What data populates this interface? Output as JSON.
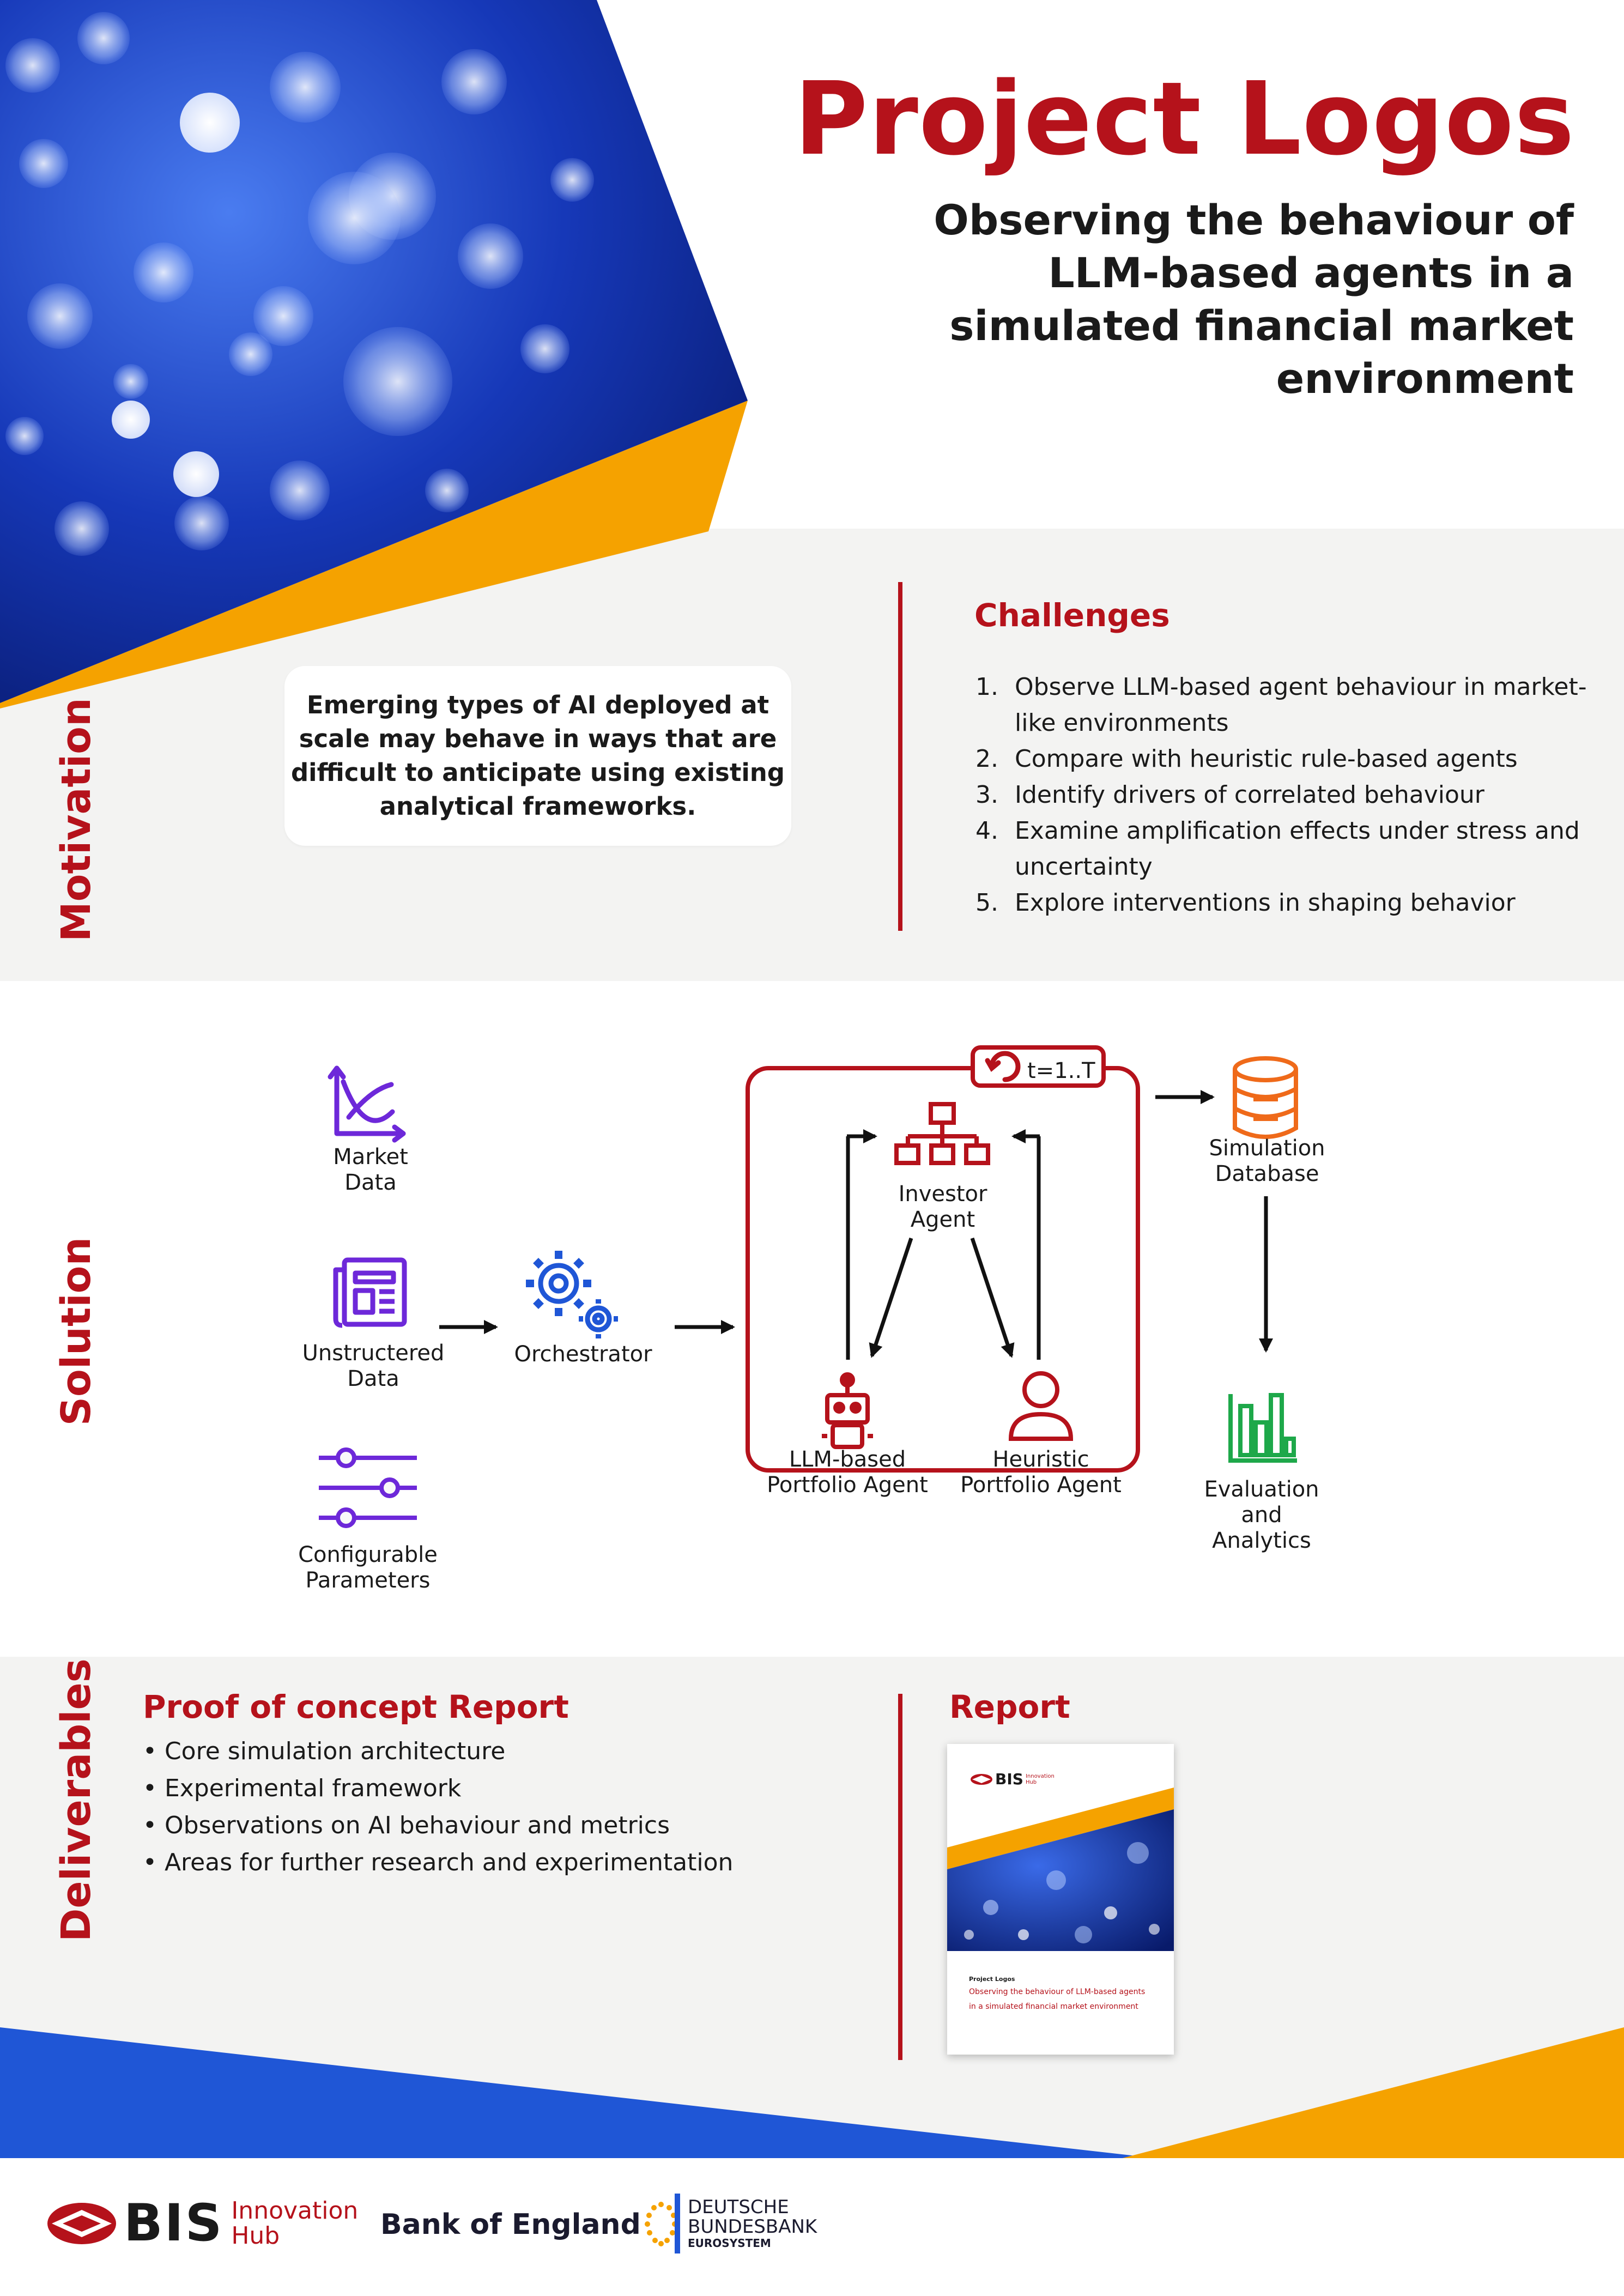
{
  "header": {
    "title": "Project Logos",
    "subtitle": "Observing the behaviour of LLM-based agents in a simulated financial market environment"
  },
  "motivation": {
    "label": "Motivation",
    "statement": "Emerging types of AI deployed at scale may behave in ways that are difficult to anticipate using existing analytical frameworks."
  },
  "challenges": {
    "heading": "Challenges",
    "items": [
      {
        "num": "1.",
        "text": "Observe LLM-based agent behaviour in market-like environments"
      },
      {
        "num": "2.",
        "text": "Compare with heuristic rule-based agents"
      },
      {
        "num": "3.",
        "text": "Identify drivers of correlated behaviour"
      },
      {
        "num": "4.",
        "text": "Examine amplification effects under stress and uncertainty"
      },
      {
        "num": "5.",
        "text": "Explore interventions in shaping behavior"
      }
    ]
  },
  "solution": {
    "label": "Solution",
    "inputs": {
      "market_data": "Market Data",
      "unstructured_data": "Unstructered Data",
      "configurable_parameters": "Configurable Parameters"
    },
    "orchestrator": "Orchestrator",
    "loop_label": "t=1..T",
    "investor_agent": "Investor Agent",
    "llm_agent": "LLM-based Portfolio Agent",
    "heuristic_agent": "Heuristic Portfolio Agent",
    "simulation_database": "Simulation Database",
    "evaluation": "Evaluation and Analytics",
    "icons": [
      "chart-icon",
      "newspaper-icon",
      "sliders-icon",
      "gears-icon",
      "refresh-icon",
      "hierarchy-icon",
      "robot-icon",
      "person-icon",
      "database-icon",
      "bar-chart-icon"
    ]
  },
  "deliverables": {
    "label": "Deliverables",
    "heading": "Proof of concept Report",
    "items": [
      "Core simulation architecture",
      "Experimental framework",
      "Observations on AI behaviour and metrics",
      "Areas for further research and experimentation"
    ],
    "report_heading": "Report",
    "thumbnail": {
      "brand": "BIS",
      "brand_sub": "Innovation Hub",
      "kicker": "Project Logos",
      "title": "Observing the behaviour of LLM-based agents in a simulated financial market environment"
    }
  },
  "footer": {
    "bis": "BIS",
    "bis_sub_1": "Innovation",
    "bis_sub_2": "Hub",
    "boe": "Bank of England",
    "bundesbank_1": "DEUTSCHE",
    "bundesbank_2": "BUNDESBANK",
    "bundesbank_3": "EUROSYSTEM"
  },
  "colors": {
    "brand_red": "#b5121b",
    "accent_orange": "#f5a200",
    "accent_blue": "#1f56d6",
    "purple": "#6d28d9",
    "orange": "#ef6a1a",
    "green": "#1ea84a"
  }
}
